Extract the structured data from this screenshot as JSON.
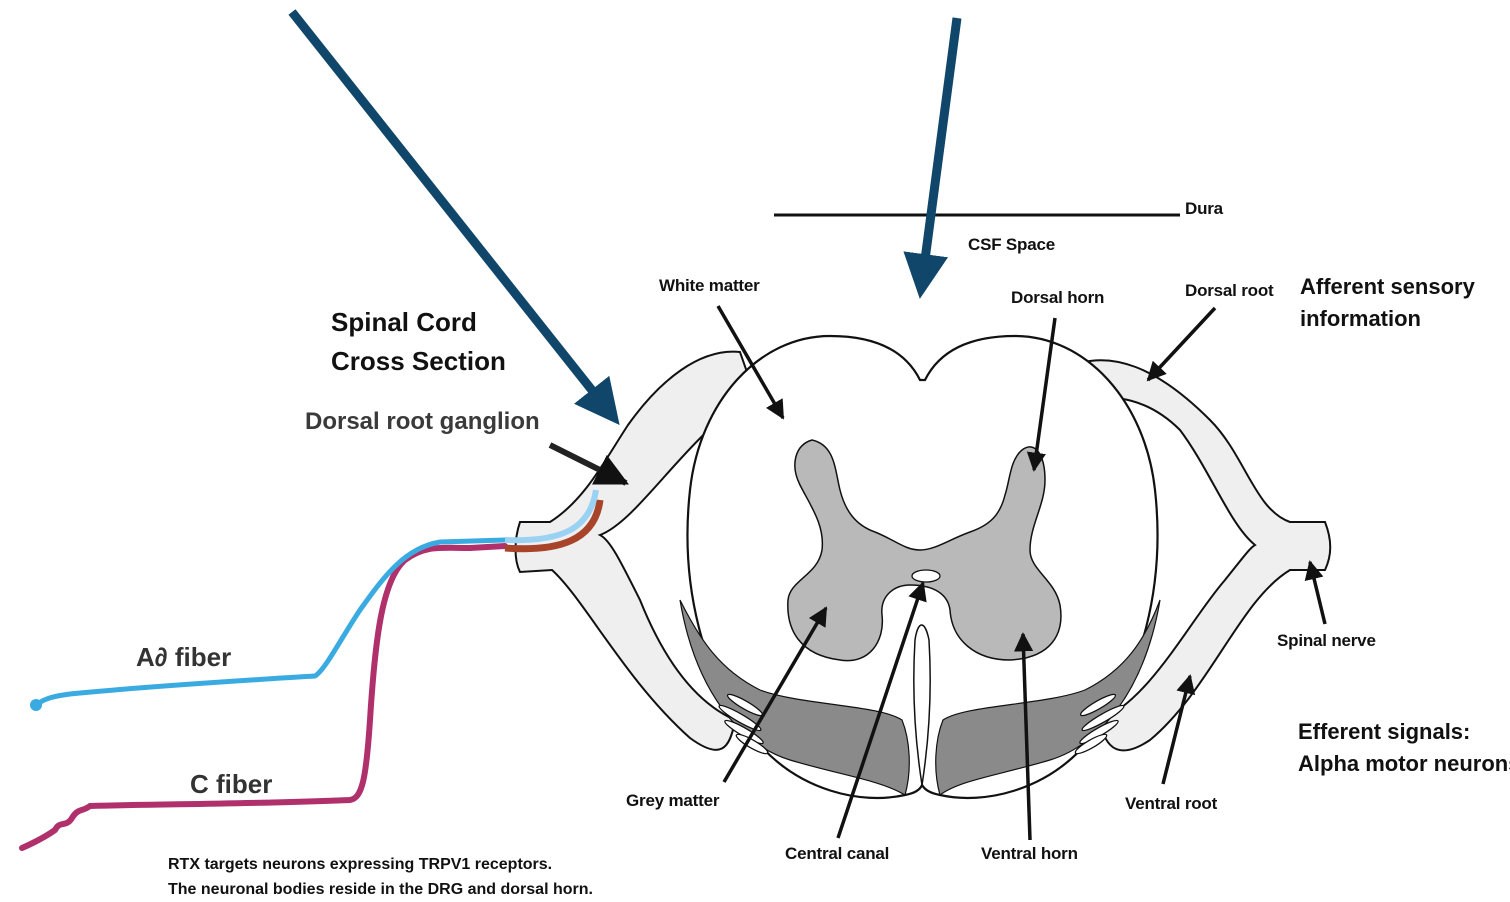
{
  "labels": {
    "dura": "Dura",
    "csf_space": "CSF  Space",
    "white_matter": "White matter",
    "dorsal_horn": "Dorsal horn",
    "dorsal_root": "Dorsal root",
    "afferent_line1": "Afferent sensory",
    "afferent_line2": "information",
    "title_line1": "Spinal Cord",
    "title_line2": "Cross Section",
    "drg": "Dorsal root ganglion",
    "spinal_nerve": "Spinal nerve",
    "efferent_line1": "Efferent signals:",
    "efferent_line2": "Alpha motor neurons",
    "ventral_root": "Ventral root",
    "grey_matter": "Grey matter",
    "central_canal": "Central canal",
    "ventral_horn": "Ventral horn",
    "a_delta_fiber": "A∂ fiber",
    "c_fiber": "C fiber",
    "footnote_line1": "RTX targets neurons expressing TRPV1 receptors.",
    "footnote_line2": "The neuronal bodies reside in the DRG and dorsal horn."
  },
  "colors": {
    "big_arrow": "#0f4669",
    "a_delta_fiber": "#3aabe0",
    "c_fiber": "#b0306c",
    "fiber_end_blue": "#9ad2f3",
    "fiber_end_brown": "#a8442a",
    "grey_matter": "#b9b9b9",
    "ventral_band": "#8a8a8a",
    "root_fill": "#efefef"
  }
}
